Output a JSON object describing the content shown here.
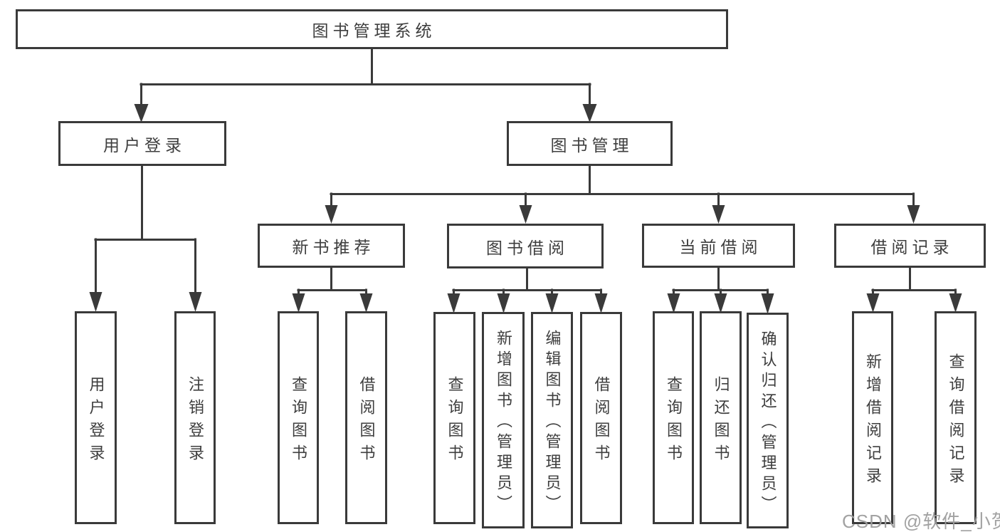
{
  "diagram": {
    "root": {
      "label": "图书管理系统"
    },
    "branches": [
      {
        "label": "用户登录",
        "children": [
          {
            "label": "用户登录"
          },
          {
            "label": "注销登录"
          }
        ]
      },
      {
        "label": "图书管理",
        "children": [
          {
            "label": "新书推荐",
            "children": [
              {
                "label": "查询图书"
              },
              {
                "label": "借阅图书"
              }
            ]
          },
          {
            "label": "图书借阅",
            "children": [
              {
                "label": "查询图书"
              },
              {
                "label": "新增图书（管理员）"
              },
              {
                "label": "编辑图书（管理员）"
              },
              {
                "label": "借阅图书"
              }
            ]
          },
          {
            "label": "当前借阅",
            "children": [
              {
                "label": "查询图书"
              },
              {
                "label": "归还图书"
              },
              {
                "label": "确认归还（管理员）"
              }
            ]
          },
          {
            "label": "借阅记录",
            "children": [
              {
                "label": "新增借阅记录"
              },
              {
                "label": "查询借阅记录"
              }
            ]
          }
        ]
      }
    ]
  },
  "watermark": {
    "text": "CSDN @软件_小贺同学"
  },
  "colors": {
    "line": "#3a3a3a",
    "box_border": "#3a3a3a",
    "text": "#3e3e3e",
    "background": "#ffffff",
    "watermark": "#9d9d9d"
  }
}
